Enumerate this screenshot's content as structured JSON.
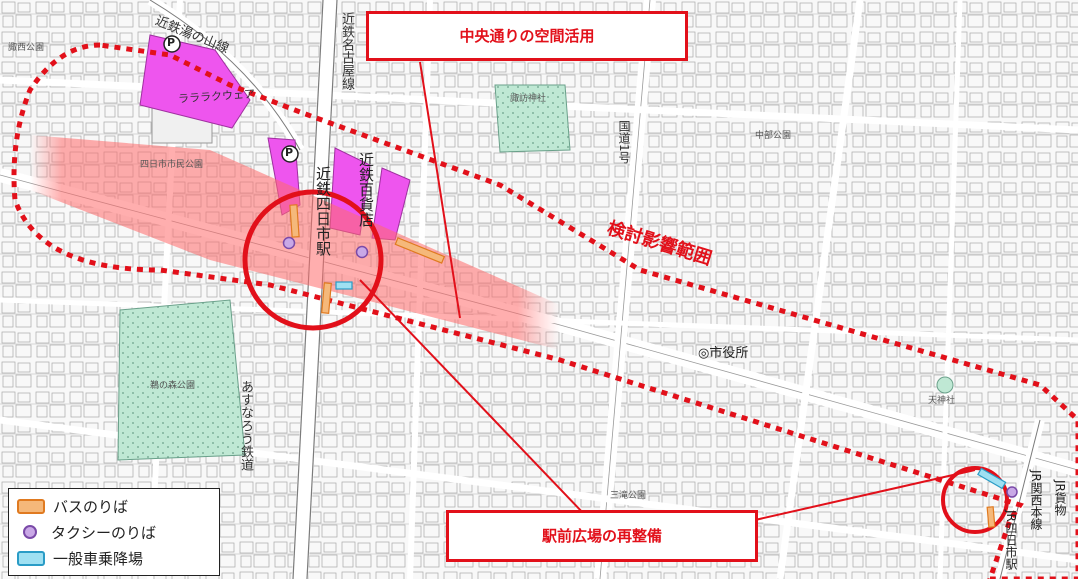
{
  "callouts": {
    "central_street": "中央通りの空間活用",
    "station_plaza": "駅前広場の再整備"
  },
  "map_labels": {
    "study_area": "検討影響範囲",
    "city_hall": "◎市役所",
    "lalasquare": "ラララクウェア",
    "kintetsu_yunoyama_line": "近鉄湯の山線",
    "kintetsu_nagoya_line": "近鉄名古屋線",
    "kintetsu_yokkaichi_station": "近鉄四日市駅",
    "kintetsu_department_store": "近鉄百貨店",
    "national_route": "国道1号",
    "asunarou_railway": "あすなろう鉄道",
    "jr_yokkaichi_station": "JR四日市駅",
    "jr_kansai_line": "JR関西本線",
    "jr_freight": "JR貨物",
    "citizen_park": "四日市市民公園",
    "suwa_park": "鵜の森公園",
    "chubu_park": "中部公園",
    "west_park": "諏西公園",
    "shrine": "諏訪神社",
    "sanbancho_park": "三滝公園",
    "shrine2": "天神社",
    "parking_symbol": "P"
  },
  "legend": {
    "bus": "バスのりば",
    "taxi": "タクシーのりば",
    "car": "一般車乗降場"
  },
  "colors": {
    "accent_red": "#e2101a",
    "bus_fill": "#f5b87a",
    "bus_stroke": "#e07a20",
    "taxi_fill": "#c9a8e6",
    "taxi_stroke": "#7a4aa8",
    "car_fill": "#9fe0f2",
    "car_stroke": "#2a9cc6",
    "commercial": "#ee55ee",
    "park": "#bfe8d4"
  }
}
